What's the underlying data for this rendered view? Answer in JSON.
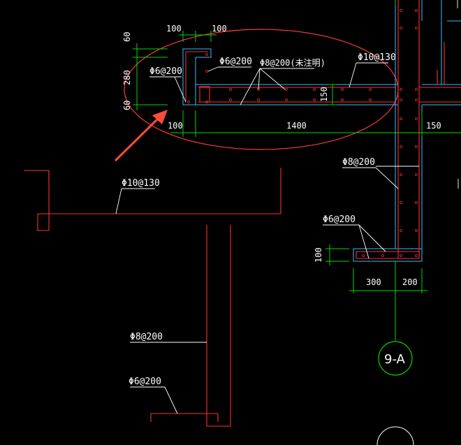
{
  "colors": {
    "background": "#000000",
    "rebar": "#ff3030",
    "concrete_outline": "#30c0ff",
    "dimension": "#00d800",
    "text": "#ffffff",
    "ellipse": "#ff3a3a",
    "arrow": "#ff4b3a"
  },
  "dims": {
    "top_100": "100",
    "top_100b": "100",
    "left_60_top": "60",
    "left_280": "280",
    "left_60_bottom": "60",
    "bottom_100": "100",
    "bottom_1400": "1400",
    "right_150": "150",
    "inner_150": "150",
    "left_100": "100",
    "bot_300": "300",
    "bot_200": "200"
  },
  "rebar_labels": {
    "phi6_200_left": "Φ6@200",
    "phi6_200_hook": "Φ6@200",
    "phi8_200_weiyin": "Φ8@200(未注明)",
    "phi10_130_top": "Φ10@130",
    "phi10_130_mid": "Φ10@130",
    "phi8_200_right": "Φ8@200",
    "phi6_200_right": "Φ6@200",
    "phi8_200_bottom": "Φ8@200",
    "phi6_200_bottom": "Φ6@200"
  },
  "axis_bubble": {
    "label": "9-A"
  }
}
